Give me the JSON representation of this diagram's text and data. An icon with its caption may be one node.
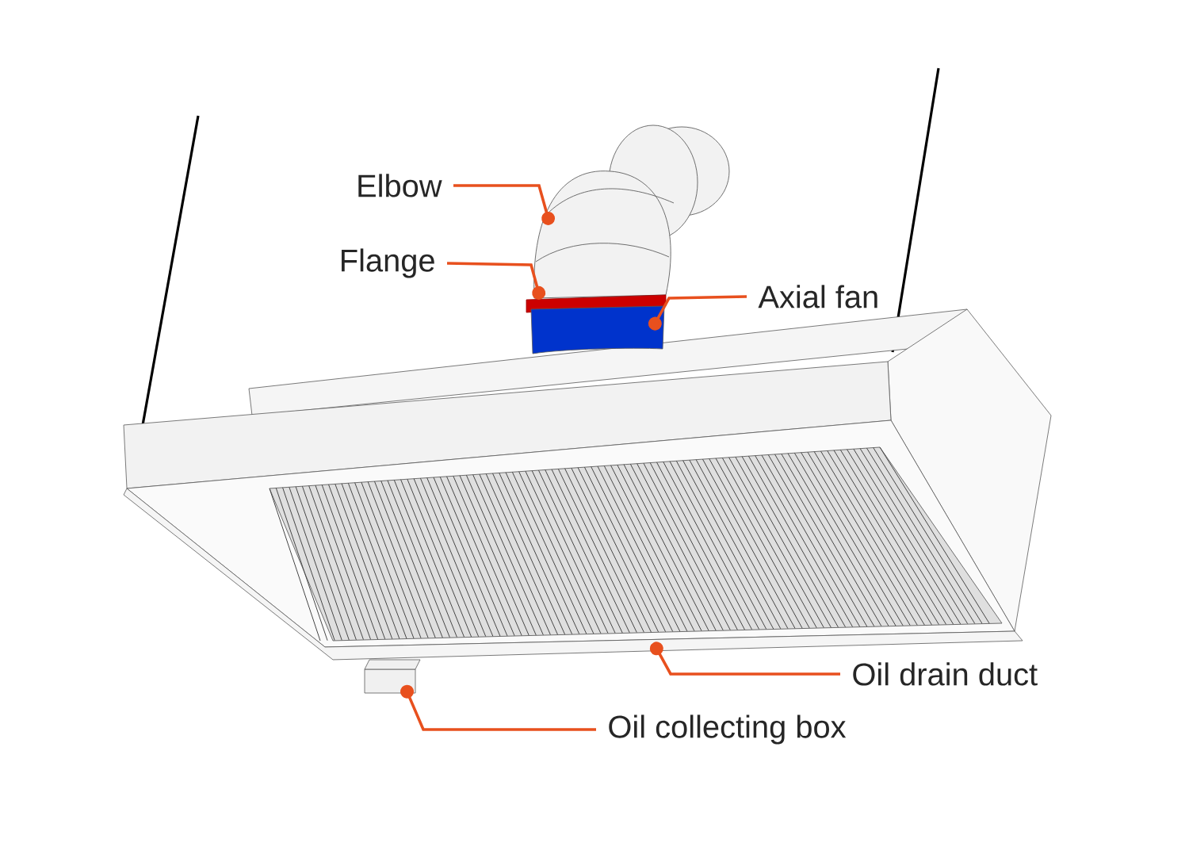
{
  "diagram": {
    "nodes": [
      {
        "text": [
          "Elbow"
        ]
      },
      {
        "text": [
          "Flange"
        ]
      },
      {
        "text": [
          "Axial fan"
        ]
      },
      {
        "text": [
          "Oil drain duct"
        ]
      },
      {
        "text": [
          "Oil collecting box"
        ]
      },
      {
        "text": [],
        "shape": "picture"
      },
      {
        "text": [],
        "shape": "bar"
      },
      {
        "text": [],
        "shape": "cylinder"
      },
      {
        "text": [],
        "shape": "bar"
      },
      {
        "text": [],
        "shape": "box"
      }
    ],
    "edges": [
      {
        "from": 0,
        "to": 5,
        "arrow": "other"
      },
      {
        "from": 1,
        "to": 6,
        "arrow": "other"
      },
      {
        "from": 2,
        "to": 7,
        "arrow": "other"
      },
      {
        "from": 3,
        "to": 8,
        "arrow": "other"
      },
      {
        "from": 4,
        "to": 9,
        "arrow": "other"
      }
    ]
  }
}
